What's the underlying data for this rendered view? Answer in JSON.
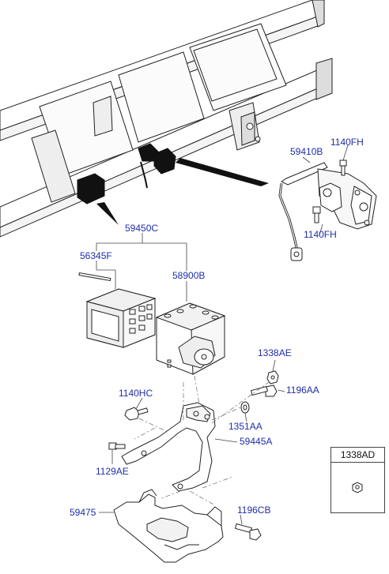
{
  "labels": {
    "p59450C": "59450C",
    "p56345F": "56345F",
    "p58900B": "58900B",
    "p59410B": "59410B",
    "p1140FH_a": "1140FH",
    "p1140FH_b": "1140FH",
    "p1338AE": "1338AE",
    "p1196AA": "1196AA",
    "p1140HC": "1140HC",
    "p1351AA": "1351AA",
    "p59445A": "59445A",
    "p1129AE": "1129AE",
    "p59475": "59475",
    "p1196CB": "1196CB",
    "p1338AD": "1338AD"
  },
  "colors": {
    "label": "#1f2ea8",
    "line": "#222222",
    "module": "#111111"
  }
}
